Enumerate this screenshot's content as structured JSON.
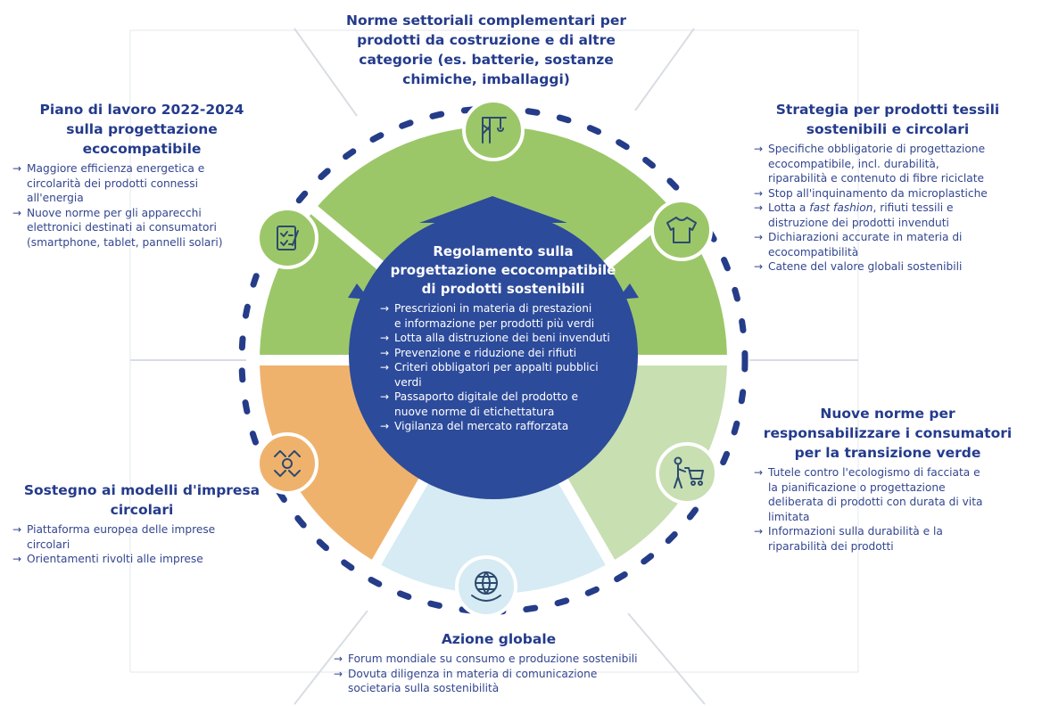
{
  "center": {
    "title": [
      "Regolamento sulla",
      "progettazione ecocompatibile",
      "di prodotti sostenibili"
    ],
    "items": [
      [
        "Prescrizioni in materia di prestazioni",
        "e informazione per prodotti più verdi"
      ],
      [
        "Lotta alla distruzione dei beni invenduti"
      ],
      [
        "Prevenzione e riduzione dei rifiuti"
      ],
      [
        "Criteri obbligatori per appalti pubblici",
        "verdi"
      ],
      [
        "Passaporto digitale del prodotto e",
        "nuove norme di etichettatura"
      ],
      [
        "Vigilanza del mercato rafforzata"
      ]
    ]
  },
  "top": {
    "title": [
      "Norme settoriali complementari per",
      "prodotti da costruzione e di altre",
      "categorie (es. batterie, sostanze",
      "chimiche, imballaggi)"
    ]
  },
  "top_left": {
    "title": [
      "Piano di lavoro 2022-2024",
      "sulla progettazione",
      "ecocompatibile"
    ],
    "items": [
      [
        "Maggiore efficienza energetica e",
        "circolarità dei prodotti connessi",
        "all'energia"
      ],
      [
        "Nuove norme per gli apparecchi",
        "elettronici destinati ai consumatori",
        "(smartphone, tablet, pannelli solari)"
      ]
    ]
  },
  "top_right": {
    "title": [
      "Strategia per prodotti tessili",
      "sostenibili e circolari"
    ],
    "items": [
      [
        "Specifiche obbligatorie di progettazione",
        "ecocompatibile, incl. durabilità,",
        "riparabilità e contenuto di fibre riciclate"
      ],
      [
        "Stop all'inquinamento da microplastiche"
      ],
      [
        "Lotta a ",
        "fast fashion",
        ", rifiuti tessili e",
        "distruzione dei prodotti invenduti"
      ],
      [
        "Dichiarazioni accurate in materia di",
        "ecocompatibilità"
      ],
      [
        "Catene del valore globali sostenibili"
      ]
    ]
  },
  "bottom_right": {
    "title": [
      "Nuove norme per",
      "responsabilizzare i consumatori",
      "per la transizione verde"
    ],
    "items": [
      [
        "Tutele contro l'ecologismo di facciata e",
        "la pianificazione o progettazione",
        "deliberata di prodotti con durata di vita",
        "limitata"
      ],
      [
        "Informazioni sulla durabilità e la",
        "riparabilità dei prodotti"
      ]
    ]
  },
  "bottom_left": {
    "title": [
      "Sostegno ai modelli d'impresa",
      "circolari"
    ],
    "items": [
      [
        "Piattaforma europea delle imprese",
        "circolari"
      ],
      [
        "Orientamenti rivolti alle imprese"
      ]
    ]
  },
  "bottom": {
    "title": [
      "Azione globale"
    ],
    "items": [
      [
        "Forum mondiale su consumo e produzione sostenibili"
      ],
      [
        "Dovuta diligenza in materia di comunicazione",
        "societaria sulla sostenibilità"
      ]
    ]
  },
  "icons": {
    "top": "crane-icon",
    "top_left": "clipboard-checklist-icon",
    "top_right": "tshirt-icon",
    "bottom_right": "person-shopping-cart-icon",
    "bottom": "globe-hand-icon",
    "bottom_left": "hands-circle-icon"
  },
  "colors": {
    "dark_blue": "#2d4b9b",
    "green": "#9cc769",
    "light_green": "#c7dfb1",
    "orange": "#efb26d",
    "light_blue": "#d6ebf3",
    "dash": "#253c89",
    "text": "#2a3f8f"
  }
}
